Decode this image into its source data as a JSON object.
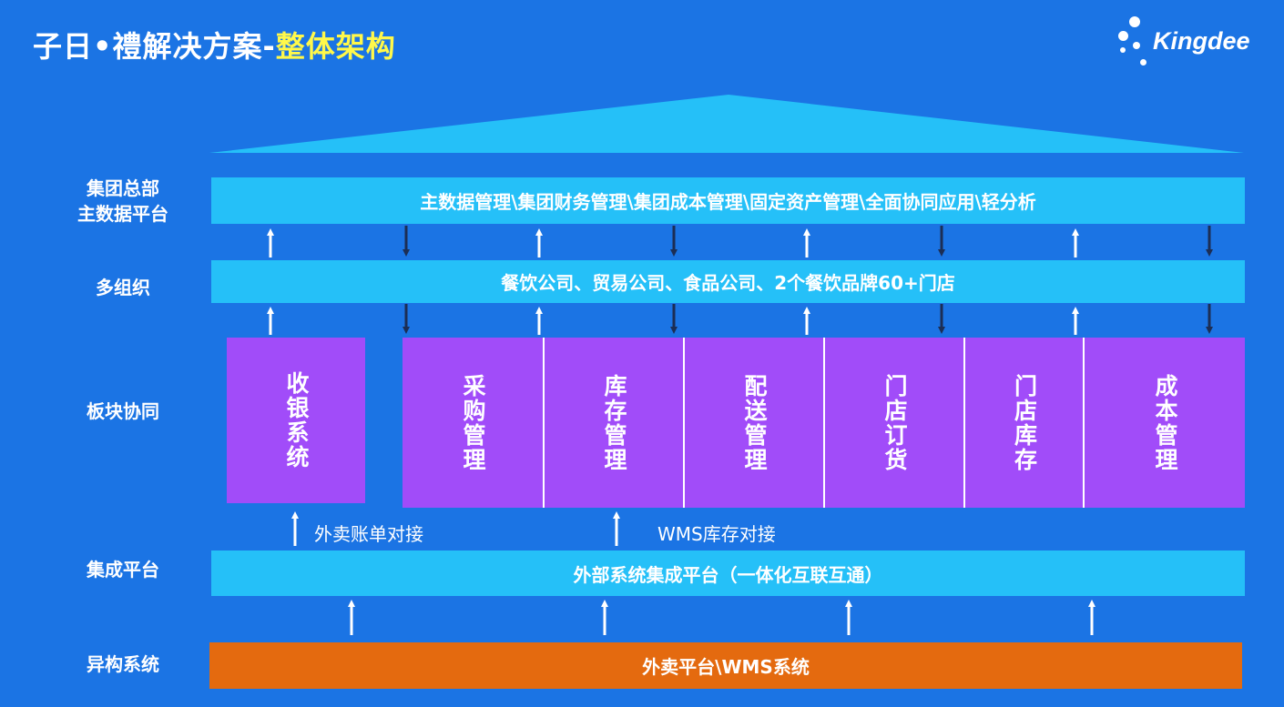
{
  "header": {
    "title_main": "子日•禮解决方案-",
    "title_highlight": "整体架构",
    "logo_text": "Kingdee"
  },
  "rows": {
    "hq_label_1": "集团总部",
    "hq_label_2": "主数据平台",
    "multiorg_label": "多组织",
    "collab_label": "板块协同",
    "integration_label": "集成平台",
    "hetero_label": "异构系统"
  },
  "bands": {
    "hq": "主数据管理\\集团财务管理\\集团成本管理\\固定资产管理\\全面协同应用\\轻分析",
    "multiorg": "餐饮公司、贸易公司、食品公司、2个餐饮品牌60+门店",
    "integration": "外部系统集成平台（一体化互联互通）",
    "hetero": "外卖平台\\WMS系统"
  },
  "modules": [
    "收银系统",
    "采购管理",
    "库存管理",
    "配送管理",
    "门店订货",
    "门店库存",
    "成本管理"
  ],
  "notes": {
    "takeout": "外卖账单对接",
    "wms": "WMS库存对接"
  },
  "colors": {
    "background": "#1b74e4",
    "band": "#25c0f8",
    "module": "#a14cf9",
    "orange": "#e46a0f",
    "highlight": "#fff84a"
  }
}
